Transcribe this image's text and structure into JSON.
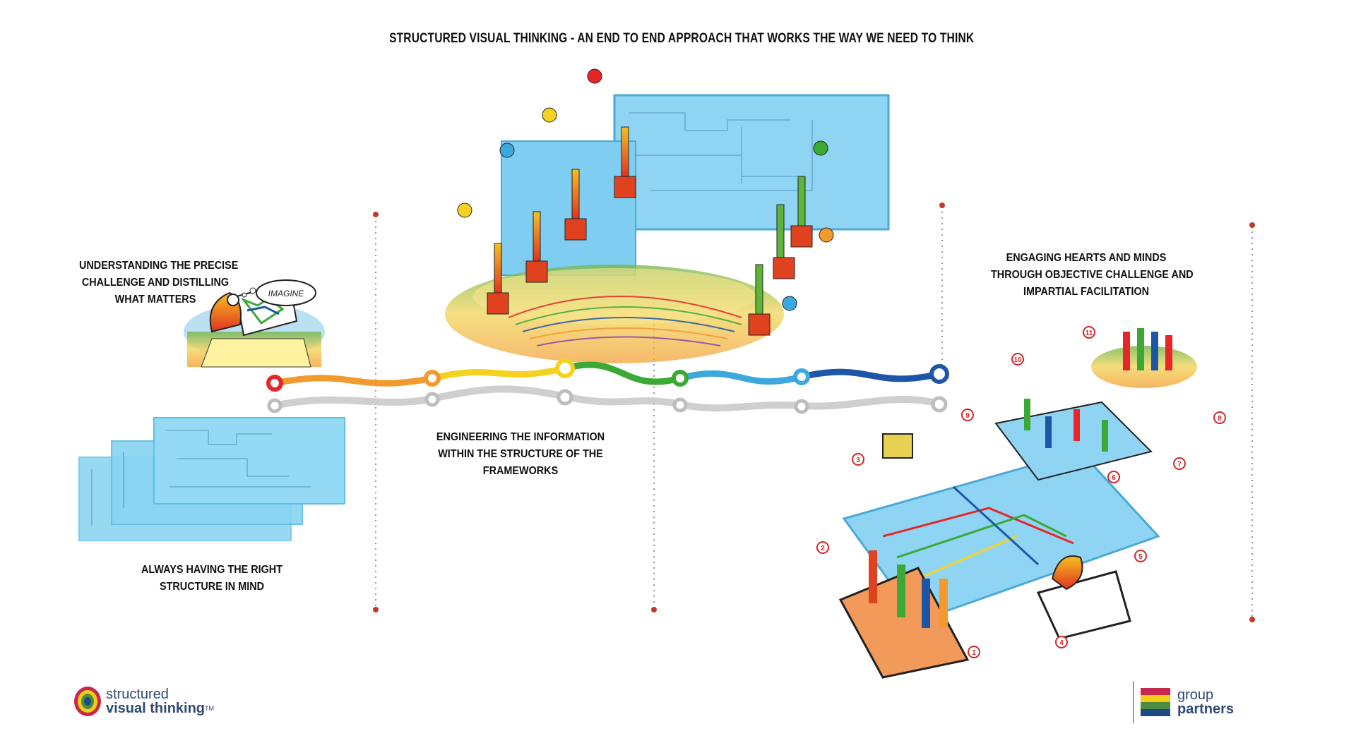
{
  "title": "STRUCTURED VISUAL THINKING - AN END TO END APPROACH THAT WORKS THE WAY WE NEED TO THINK",
  "captions": {
    "understanding": [
      "UNDERSTANDING THE PRECISE",
      "CHALLENGE AND DISTILLING",
      "WHAT MATTERS"
    ],
    "structure": [
      "ALWAYS HAVING THE RIGHT",
      "STRUCTURE IN MIND"
    ],
    "engineering": [
      "ENGINEERING THE INFORMATION",
      "WITHIN THE STRUCTURE OF THE",
      "FRAMEWORKS"
    ],
    "engaging": [
      "ENGAGING HEARTS AND MINDS",
      "THROUGH OBJECTIVE CHALLENGE AND",
      "IMPARTIAL FACILITATION"
    ]
  },
  "illustration": {
    "thought_bubble": "IMAGINE",
    "step_numbers": [
      "1",
      "2",
      "3",
      "4",
      "5",
      "6",
      "7",
      "8",
      "9",
      "10",
      "11"
    ]
  },
  "timeline": {
    "colors": [
      "#e8262a",
      "#f29a2e",
      "#f4d21f",
      "#3aa935",
      "#3ba9de",
      "#1d56a6"
    ],
    "grey": "#c8c8c8"
  },
  "logos": {
    "left_line1": "structured",
    "left_line2": "visual thinking",
    "left_tm": "TM",
    "right_line1": "group",
    "right_line2": "partners",
    "right_colors": [
      "#c8264f",
      "#f1cf16",
      "#4e8a3f",
      "#1c4b82"
    ]
  }
}
